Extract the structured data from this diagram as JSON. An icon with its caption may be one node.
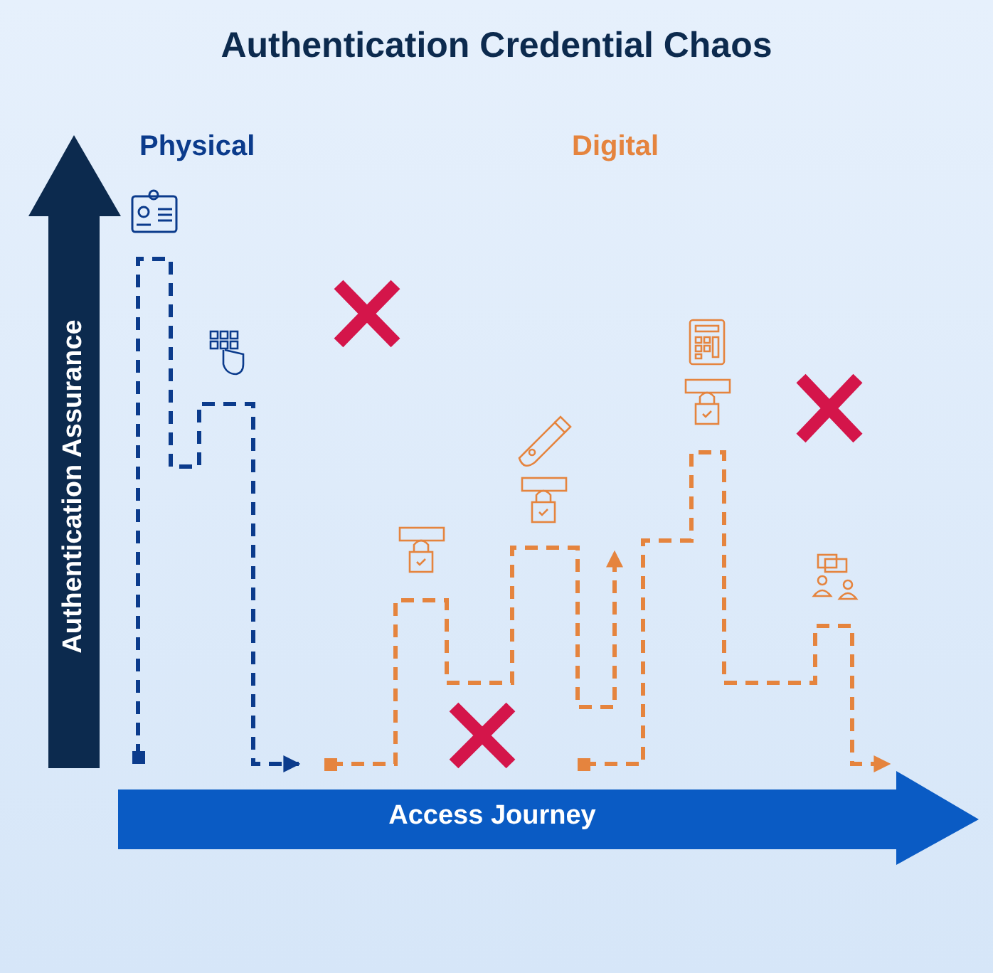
{
  "diagram": {
    "title": "Authentication Credential Chaos",
    "labels": [
      "Physical",
      "Digital",
      "Authentication Assurance",
      "Access Journey"
    ]
  }
}
